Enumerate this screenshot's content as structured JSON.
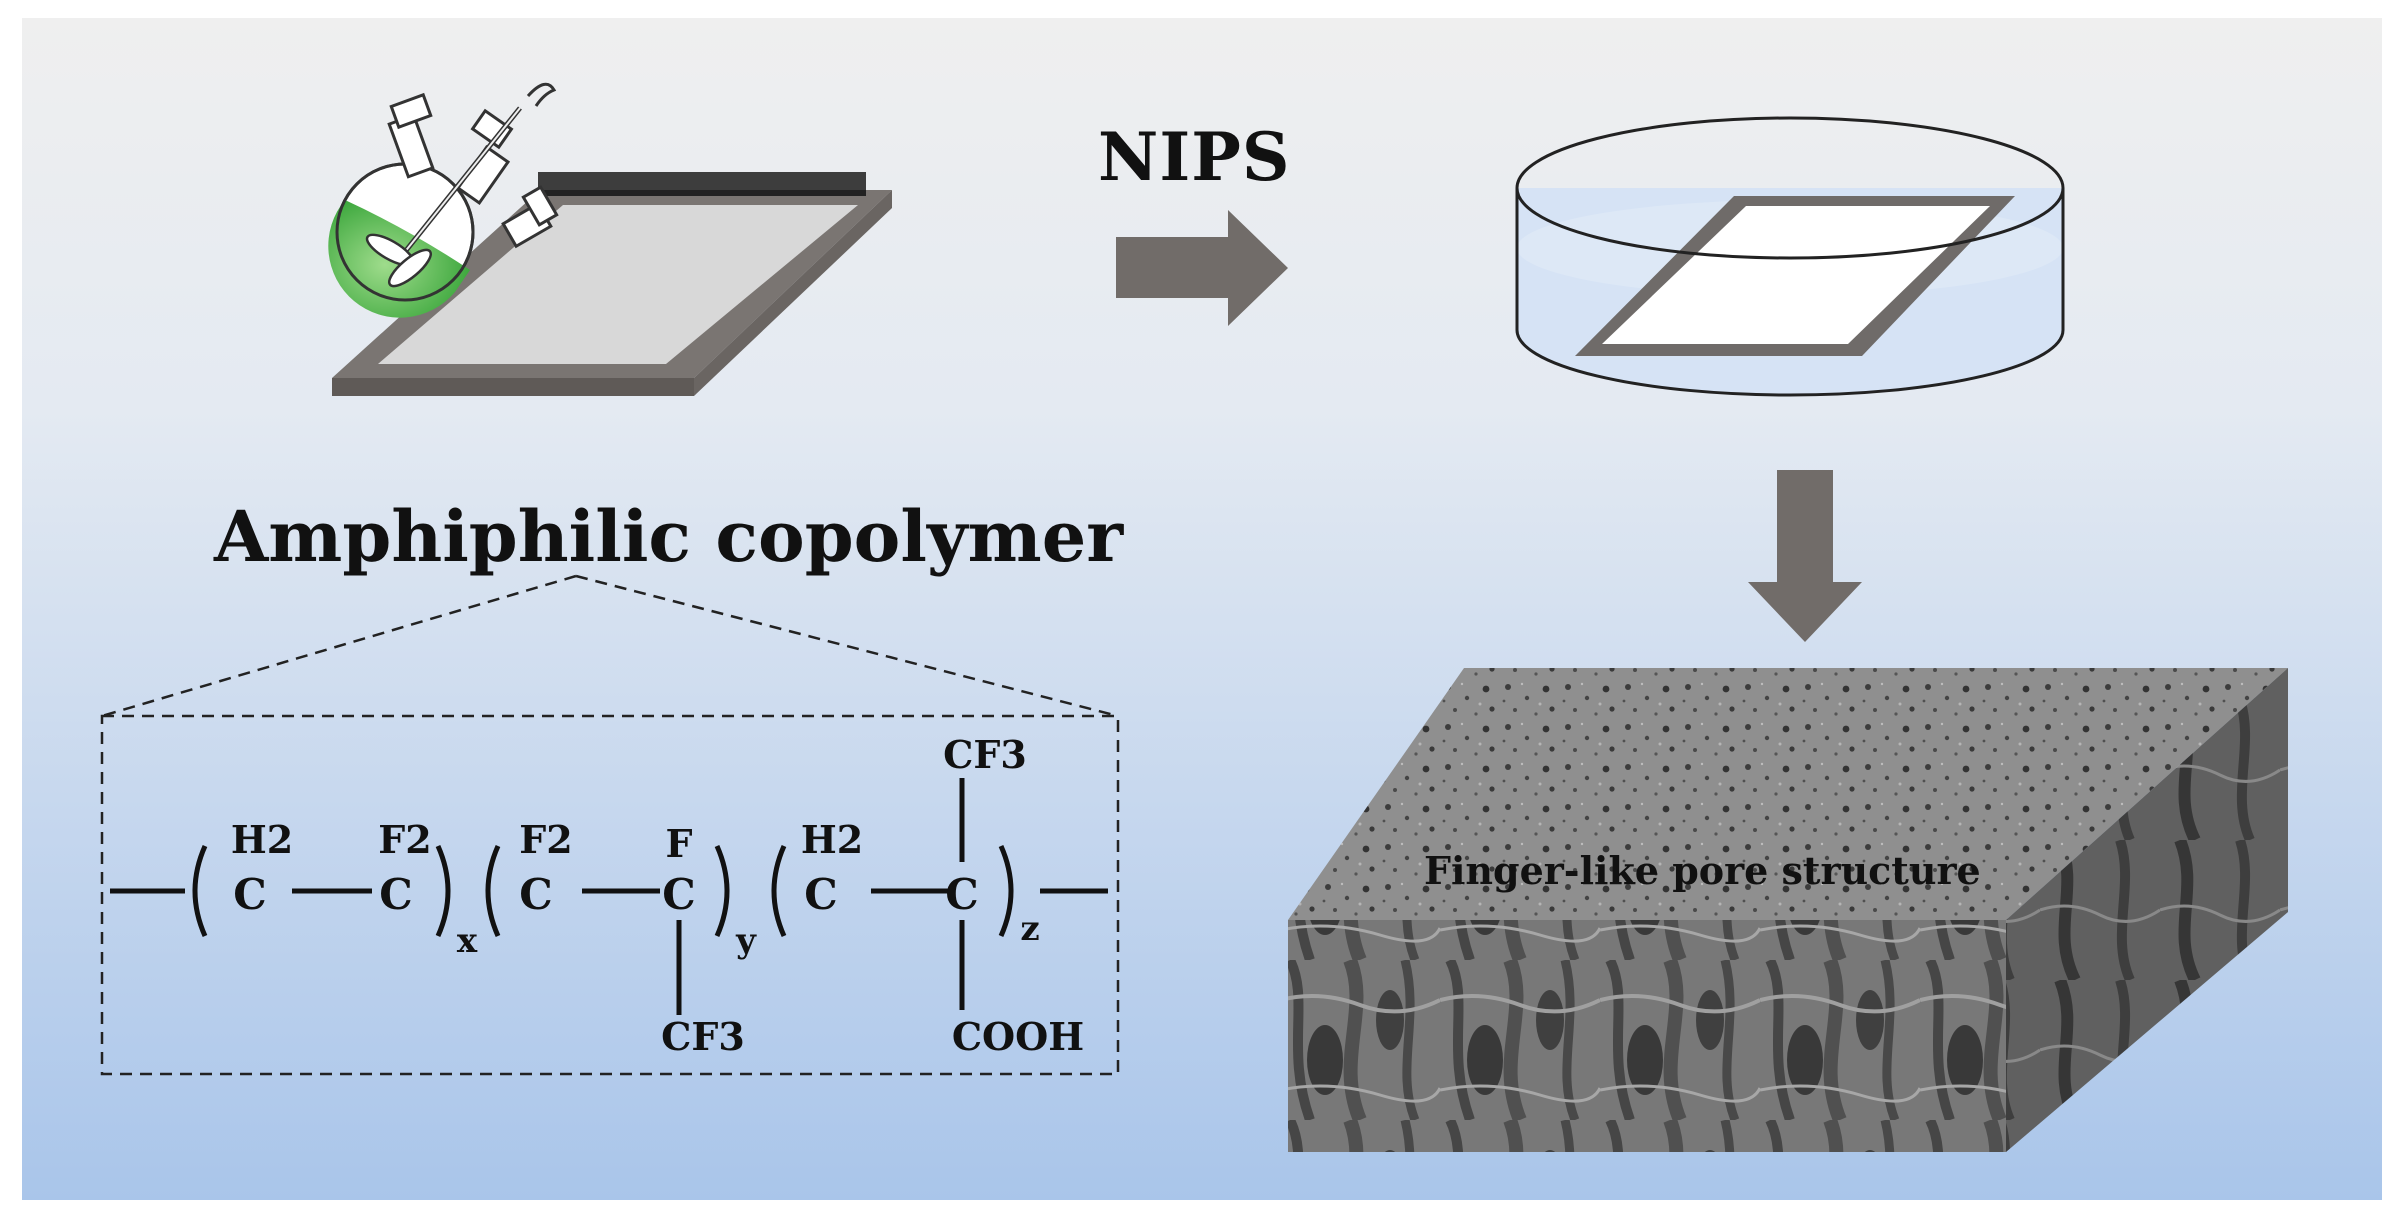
{
  "labels": {
    "process": "NIPS",
    "copolymer_title": "Amphiphilic copolymer",
    "membrane_caption": "Finger-like pore structure"
  },
  "formula": {
    "unit1_top_left": "H2",
    "unit1_top_right": "F2",
    "unit1_sub": "x",
    "unit2_top_left": "F2",
    "unit2_top_right": "F",
    "unit2_sub": "y",
    "unit2_substituent": "CF3",
    "unit3_top_left": "H2",
    "unit3_top_substituent": "CF3",
    "unit3_sub": "z",
    "unit3_bottom_substituent": "COOH",
    "atom_symbol": "C"
  },
  "colors": {
    "background_top": "#eeeeee",
    "background_bottom": "#a9c5ea",
    "frame_gray": "#716c69",
    "arrow_gray": "#716c69",
    "solution_green": "#5cb85c",
    "water_blue": "#d5e3f4"
  },
  "icons": {
    "flask": "three-neck-flask-icon",
    "casting_plate": "casting-plate-icon",
    "coagulation_bath": "petri-dish-icon",
    "membrane": "porous-membrane-block-icon"
  }
}
